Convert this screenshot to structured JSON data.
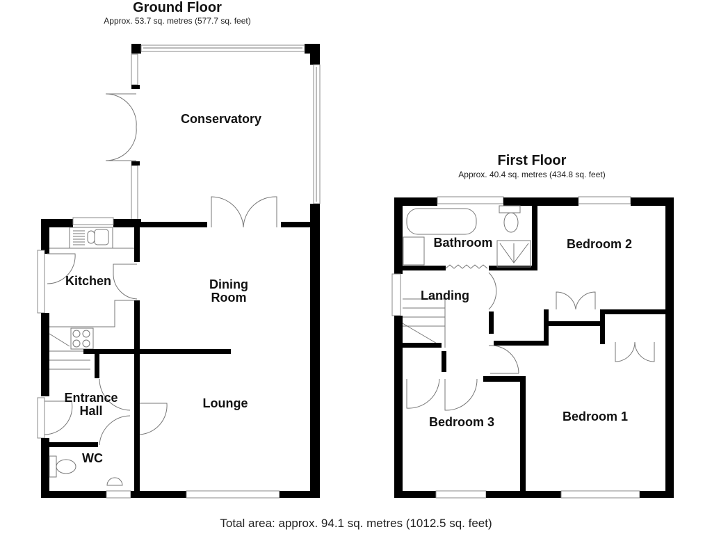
{
  "ground_floor": {
    "title": "Ground Floor",
    "area": "Approx. 53.7 sq. metres (577.7 sq. feet)",
    "rooms": [
      {
        "name": "Conservatory"
      },
      {
        "name": "Kitchen"
      },
      {
        "name": "Dining",
        "name2": "Room"
      },
      {
        "name": "Entrance",
        "name2": "Hall"
      },
      {
        "name": "Lounge"
      },
      {
        "name": "WC"
      }
    ]
  },
  "first_floor": {
    "title": "First Floor",
    "area": "Approx. 40.4 sq. metres (434.8 sq. feet)",
    "rooms": [
      {
        "name": "Bathroom"
      },
      {
        "name": "Bedroom 2"
      },
      {
        "name": "Landing"
      },
      {
        "name": "Bedroom 3"
      },
      {
        "name": "Bedroom 1"
      }
    ]
  },
  "total_area": "Total area: approx. 94.1 sq. metres (1012.5 sq. feet)",
  "colors": {
    "wall": "#000000",
    "background": "#ffffff",
    "fixture_line": "#777777"
  }
}
